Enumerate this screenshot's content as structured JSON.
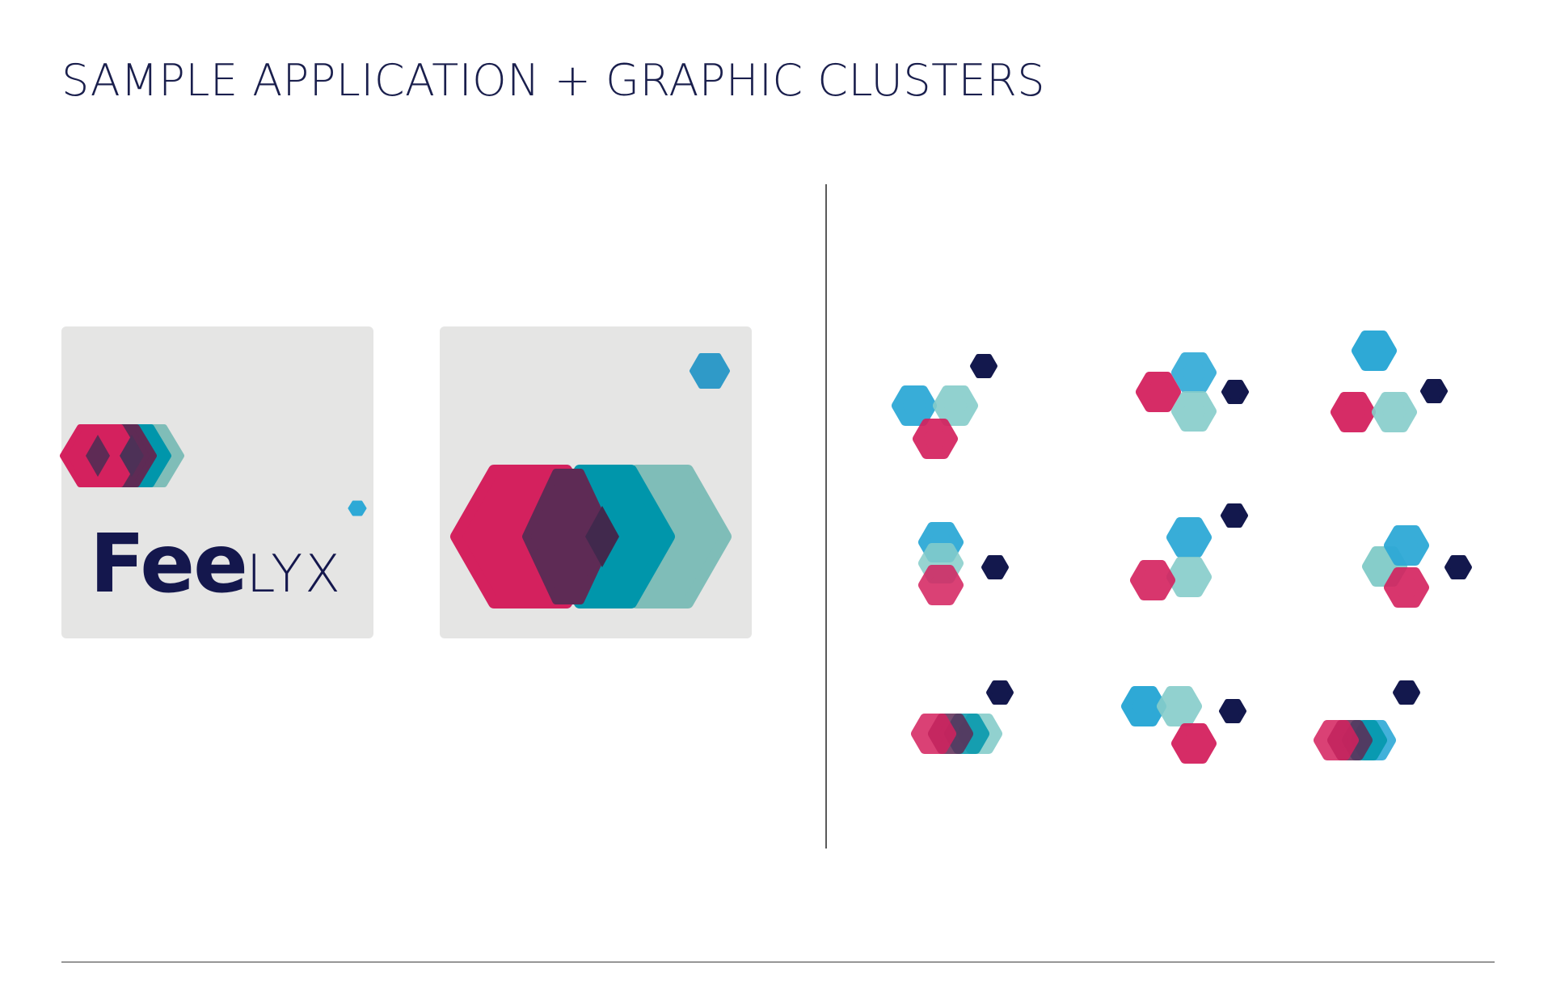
{
  "header": {
    "title": "SAMPLE APPLICATION + GRAPHIC CLUSTERS"
  },
  "brand": {
    "name_bold": "Fee",
    "name_light": "LYX"
  },
  "colors": {
    "magenta": "#d4215e",
    "plum": "#5e2b55",
    "cyan": "#2ea9d6",
    "teal": "#0096ab",
    "seafoam": "#7fbdb8",
    "aqua": "#86cdca",
    "navy": "#13184d",
    "card_background": "#e5e5e4",
    "title_text": "#1a1f4d"
  },
  "icons": {
    "logo_symbol": "overlapping-hexagons-icon",
    "cluster_shape": "hexagon-icon",
    "accent_dot": "small-hexagon-icon"
  }
}
